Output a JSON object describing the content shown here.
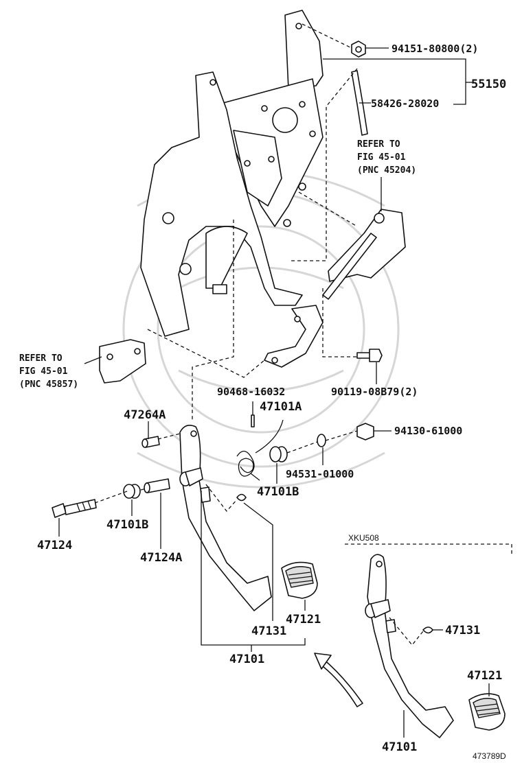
{
  "diagram": {
    "labels": {
      "p94151": "94151-80800(2)",
      "p55150": "55150",
      "p58426": "58426-28020",
      "ref_top_1": "REFER TO",
      "ref_top_2": "FIG 45-01",
      "ref_top_3": "(PNC 45204)",
      "ref_left_1": "REFER TO",
      "ref_left_2": "FIG 45-01",
      "ref_left_3": "(PNC 45857)",
      "p90468": "90468-16032",
      "p90119": "90119-08B79(2)",
      "p47264A": "47264A",
      "p47101A": "47101A",
      "p94130": "94130-61000",
      "p94531": "94531-01000",
      "p47101B_center": "47101B",
      "p47124": "47124",
      "p47101B_left": "47101B",
      "p47124A": "47124A",
      "p47121_center": "47121",
      "p47131_center": "47131",
      "p47101_center": "47101",
      "variant_code": "XKU508",
      "p47131_right": "47131",
      "p47121_right": "47121",
      "p47101_right": "47101",
      "figure_id": "473789D"
    }
  }
}
